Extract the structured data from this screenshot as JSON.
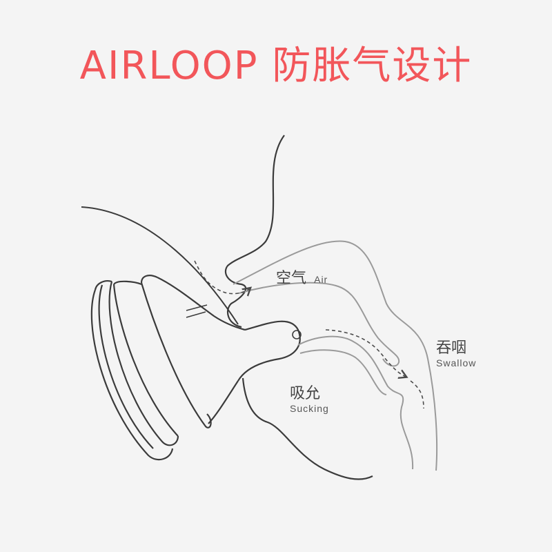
{
  "title": "AIRLOOP 防胀气设计",
  "labels": {
    "air": {
      "cn": "空气",
      "en": "Air"
    },
    "swallow": {
      "cn": "吞咽",
      "en": "Swallow"
    },
    "sucking": {
      "cn": "吸允",
      "en": "Sucking"
    }
  },
  "colors": {
    "title": "#f2565a",
    "outline": "#3b3b3b",
    "throat_outline": "#9a9a9a",
    "arrow": "#4a4a4a"
  }
}
